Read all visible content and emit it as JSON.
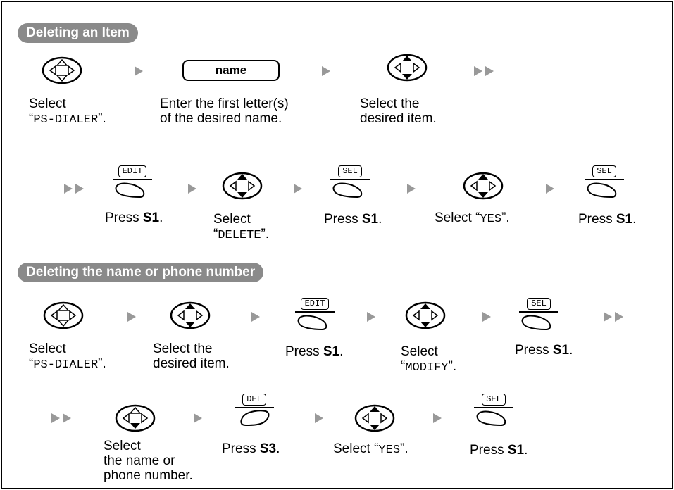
{
  "section1": {
    "title": "Deleting an Item",
    "row1": {
      "name_field": "name",
      "captions": {
        "select1_line1": "Select",
        "select1_line2_q1": "“",
        "select1_line2_mono": "PS-DIALER",
        "select1_line2_q2": "”.",
        "enter_line1": "Enter the first letter(s)",
        "enter_line2": "of the desired name.",
        "select2_line1": "Select the",
        "select2_line2": "desired item."
      }
    },
    "row2": {
      "edit_key": "EDIT",
      "sel_key_a": "SEL",
      "sel_key_b": "SEL",
      "press1_pre": "Press ",
      "press1_key": "S1",
      "press1_post": ".",
      "select_delete_line1": "Select",
      "select_delete_q1": "“",
      "select_delete_mono": "DELETE",
      "select_delete_q2": "”.",
      "press2_pre": "Press ",
      "press2_key": "S1",
      "press2_post": ".",
      "select_yes_pre": "Select “",
      "select_yes_mono": "YES",
      "select_yes_post": "”.",
      "press3_pre": "Press ",
      "press3_key": "S1",
      "press3_post": "."
    }
  },
  "section2": {
    "title": "Deleting the name or phone number",
    "row1": {
      "edit_key": "EDIT",
      "sel_key": "SEL",
      "select1_line1": "Select",
      "select1_q1": "“",
      "select1_mono": "PS-DIALER",
      "select1_q2": "”.",
      "select2_line1": "Select the",
      "select2_line2": "desired item.",
      "press1_pre": "Press ",
      "press1_key": "S1",
      "press1_post": ".",
      "select_modify_line1": "Select",
      "select_modify_q1": "“",
      "select_modify_mono": "MODIFY",
      "select_modify_q2": "”.",
      "press2_pre": "Press ",
      "press2_key": "S1",
      "press2_post": "."
    },
    "row2": {
      "del_key": "DEL",
      "sel_key": "SEL",
      "select_name_line1": "Select",
      "select_name_line2": "the name or",
      "select_name_line3": "phone number.",
      "press3_pre": "Press ",
      "press3_key": "S3",
      "press3_post": ".",
      "select_yes_pre": "Select “",
      "select_yes_mono": "YES",
      "select_yes_post": "”.",
      "press4_pre": "Press ",
      "press4_key": "S1",
      "press4_post": "."
    }
  },
  "icons": {
    "navigator": "navigator-key-icon",
    "softkey": "soft-key-icon",
    "next": "next-step-arrow-icon",
    "continue": "continue-arrows-icon"
  },
  "colors": {
    "header_bg": "#8a8a8a",
    "arrow": "#999999"
  }
}
